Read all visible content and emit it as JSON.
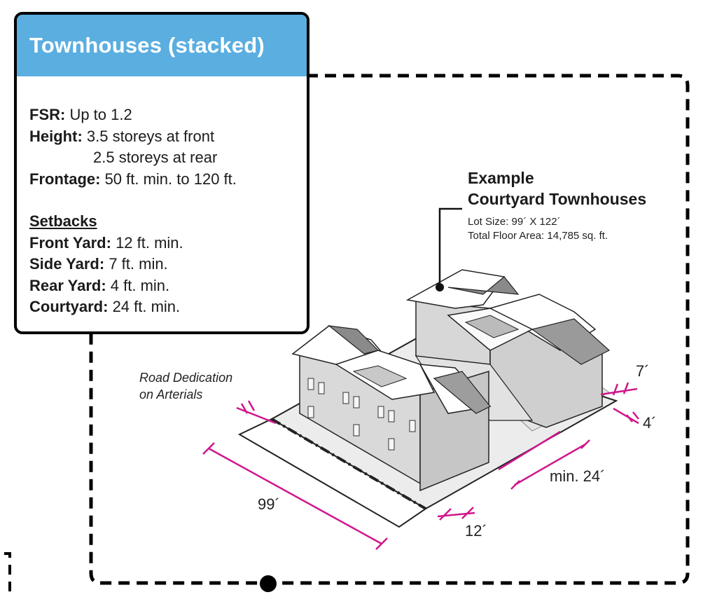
{
  "card": {
    "title": "Townhouses (stacked)",
    "fsr_label": "FSR:",
    "fsr_value": " Up to 1.2",
    "height_label": "Height:",
    "height_value_1": " 3.5 storeys at front",
    "height_value_2": "2.5 storeys at rear",
    "frontage_label": "Frontage:",
    "frontage_value": " 50 ft. min. to 120 ft.",
    "setbacks_title": "Setbacks",
    "front_label": "Front Yard:",
    "front_value": " 12 ft. min.",
    "side_label": "Side Yard:",
    "side_value": " 7 ft. min.",
    "rear_label": "Rear Yard:",
    "rear_value": " 4 ft. min.",
    "court_label": "Courtyard:",
    "court_value": " 24 ft. min."
  },
  "example": {
    "title_1": "Example",
    "title_2": "Courtyard Townhouses",
    "lot_size": "Lot Size: 99´ X 122´",
    "floor_area": "Total Floor Area: 14,785 sq. ft."
  },
  "road_label_1": "Road Dedication",
  "road_label_2": "on Arterials",
  "dimensions": {
    "width": "99´",
    "front": "12´",
    "court": "min. 24´",
    "side": "7´",
    "rear": "4´"
  },
  "colors": {
    "header": "#5aaee0",
    "dimension": "#d0168c",
    "border": "#000000"
  }
}
